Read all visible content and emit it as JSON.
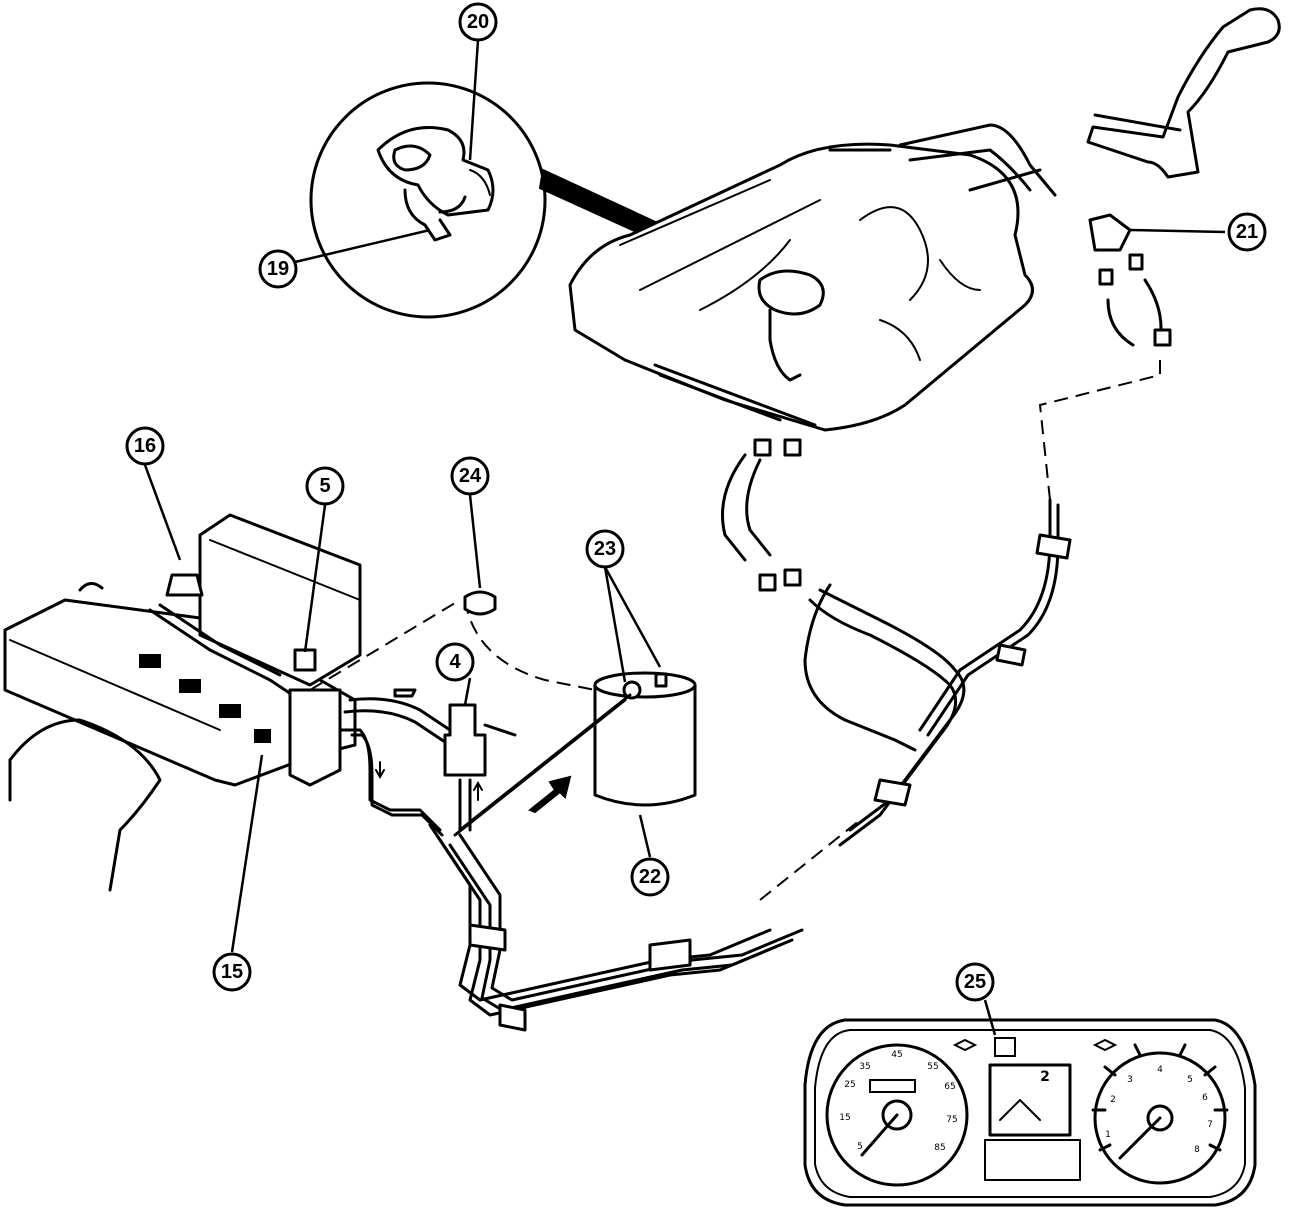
{
  "callouts": [
    {
      "id": "20",
      "label": "20"
    },
    {
      "id": "19",
      "label": "19"
    },
    {
      "id": "21",
      "label": "21"
    },
    {
      "id": "16",
      "label": "16"
    },
    {
      "id": "5",
      "label": "5"
    },
    {
      "id": "24",
      "label": "24"
    },
    {
      "id": "23",
      "label": "23"
    },
    {
      "id": "4",
      "label": "4"
    },
    {
      "id": "22",
      "label": "22"
    },
    {
      "id": "15",
      "label": "15"
    },
    {
      "id": "25",
      "label": "25"
    }
  ],
  "speedometer_labels": [
    "45",
    "35",
    "55",
    "25",
    "65",
    "15",
    "75",
    "5",
    "85"
  ],
  "tachometer_labels": [
    "1",
    "2",
    "3",
    "4",
    "5",
    "6",
    "7",
    "8"
  ],
  "fuel_gauge_labels": [
    "2"
  ]
}
